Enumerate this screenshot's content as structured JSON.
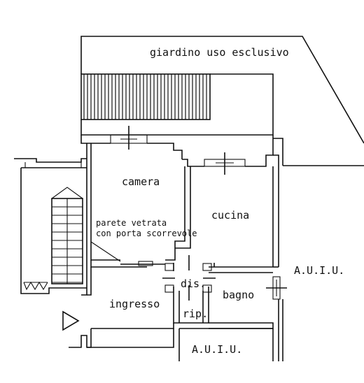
{
  "labels": {
    "garden": "giardino uso esclusivo",
    "camera": "camera",
    "cucina": "cucina",
    "glass_wall_line1": "parete vetrata",
    "glass_wall_line2": "con porta scorrevole",
    "dis": "dis.",
    "ingresso": "ingresso",
    "bagno": "bagno",
    "rip": "rip.",
    "auiu_right": "A.U.I.U.",
    "auiu_bottom": "A.U.I.U."
  },
  "colors": {
    "line": "#111111",
    "background": "#ffffff"
  }
}
